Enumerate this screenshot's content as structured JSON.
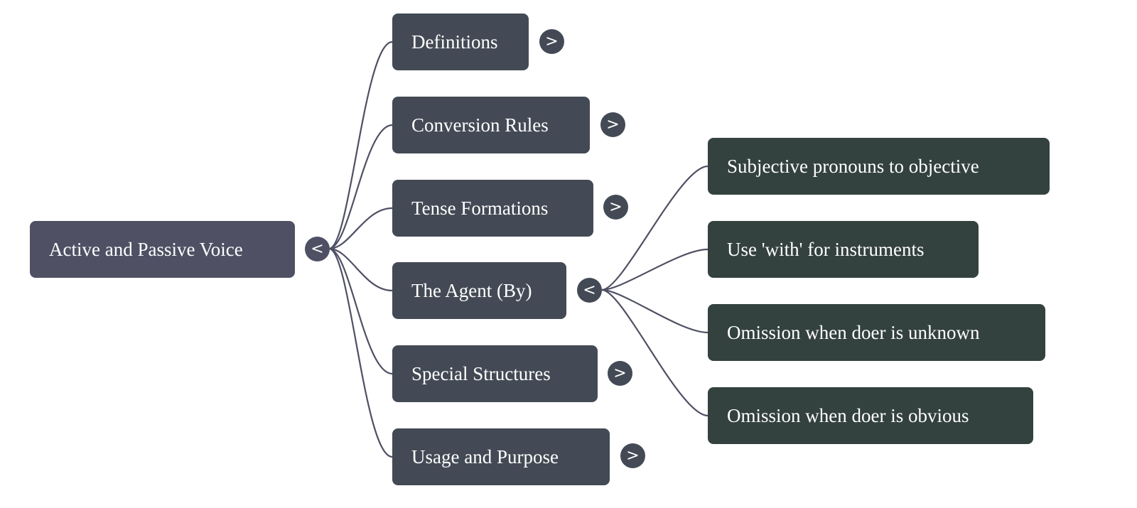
{
  "colors": {
    "root": "#4f5064",
    "branch": "#434a55",
    "leaf": "#33413f",
    "link": "#4f5064",
    "text": "#ffffff"
  },
  "root": {
    "label": "Active and Passive Voice",
    "toggle": "<",
    "expanded": true
  },
  "branches": [
    {
      "label": "Definitions",
      "toggle": ">",
      "expanded": false
    },
    {
      "label": "Conversion Rules",
      "toggle": ">",
      "expanded": false
    },
    {
      "label": "Tense Formations",
      "toggle": ">",
      "expanded": false
    },
    {
      "label": "The Agent (By)",
      "toggle": "<",
      "expanded": true
    },
    {
      "label": "Special Structures",
      "toggle": ">",
      "expanded": false
    },
    {
      "label": "Usage and Purpose",
      "toggle": ">",
      "expanded": false
    }
  ],
  "agent_children": [
    {
      "label": "Subjective pronouns to objective"
    },
    {
      "label": "Use 'with' for instruments"
    },
    {
      "label": "Omission when doer is unknown"
    },
    {
      "label": "Omission when doer is obvious"
    }
  ]
}
